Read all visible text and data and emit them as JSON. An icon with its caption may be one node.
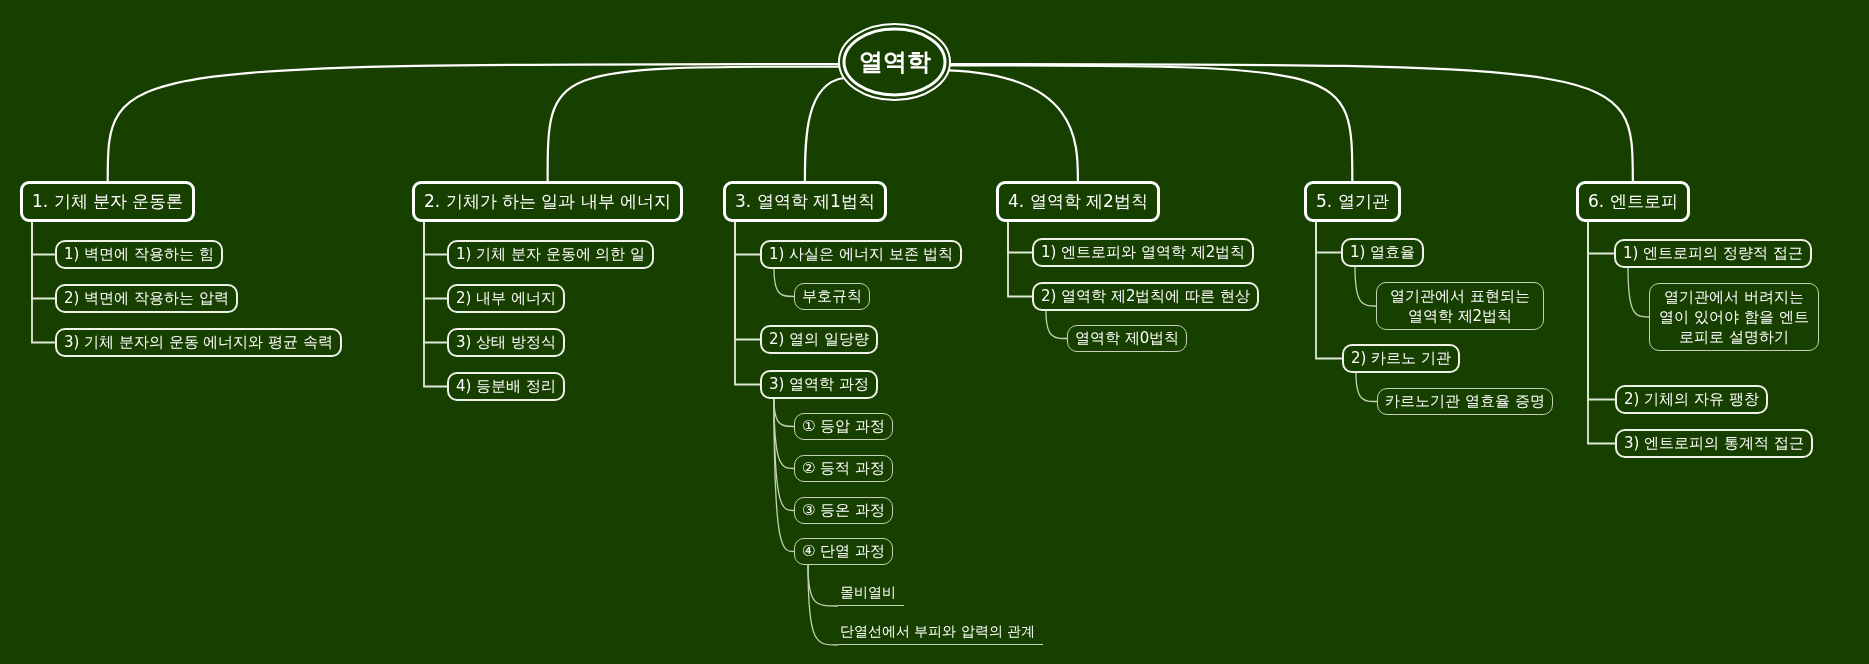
{
  "diagram": {
    "nodes": [
      {
        "text": [
          "열역학"
        ]
      },
      {
        "text": [
          "1. 기체 분자 운동론"
        ]
      },
      {
        "text": [
          "1) 벽면에 작용하는 힘"
        ]
      },
      {
        "text": [
          "2) 벽면에 작용하는 압력"
        ]
      },
      {
        "text": [
          "3) 기체 분자의 운동 에너지와 평균 속력"
        ]
      },
      {
        "text": [
          "2. 기체가 하는 일과 내부 에너지"
        ]
      },
      {
        "text": [
          "1) 기체 분자 운동에 의한 일"
        ]
      },
      {
        "text": [
          "2) 내부 에너지"
        ]
      },
      {
        "text": [
          "3) 상태 방정식"
        ]
      },
      {
        "text": [
          "4) 등분배 정리"
        ]
      },
      {
        "text": [
          "3. 열역학 제1법칙"
        ]
      },
      {
        "text": [
          "1) 사실은 에너지 보존 법칙"
        ]
      },
      {
        "text": [
          "부호규칙"
        ]
      },
      {
        "text": [
          "2) 열의 일당량"
        ]
      },
      {
        "text": [
          "3) 열역학 과정"
        ]
      },
      {
        "text": [
          "① 등압 과정"
        ]
      },
      {
        "text": [
          "② 등적 과정"
        ]
      },
      {
        "text": [
          "③ 등온 과정"
        ]
      },
      {
        "text": [
          "④ 단열 과정"
        ]
      },
      {
        "text": [
          "몰비열비"
        ]
      },
      {
        "text": [
          "단열선에서 부피와 압력의 관계"
        ]
      },
      {
        "text": [
          "4. 열역학 제2법칙"
        ]
      },
      {
        "text": [
          "1) 엔트로피와 열역학 제2법칙"
        ]
      },
      {
        "text": [
          "2) 열역학 제2법칙에 따른 현상"
        ]
      },
      {
        "text": [
          "열역학 제0법칙"
        ]
      },
      {
        "text": [
          "5. 열기관"
        ]
      },
      {
        "text": [
          "1) 열효율"
        ]
      },
      {
        "text": [
          "열기관에서 표현되는 열역학 제2법칙"
        ]
      },
      {
        "text": [
          "2) 카르노 기관"
        ]
      },
      {
        "text": [
          "카르노기관 열효율 증명"
        ]
      },
      {
        "text": [
          "6. 엔트로피"
        ]
      },
      {
        "text": [
          "1) 엔트로피의 정량적 접근"
        ]
      },
      {
        "text": [
          "열기관에서 버려지는 열이 있어야 함을 엔트로피로 설명하기"
        ]
      },
      {
        "text": [
          "2) 기체의 자유 팽창"
        ]
      },
      {
        "text": [
          "3) 엔트로피의 통계적 접근"
        ]
      }
    ],
    "edges": [
      {
        "from": 0,
        "to": 1,
        "arrow": "none"
      },
      {
        "from": 0,
        "to": 5,
        "arrow": "none"
      },
      {
        "from": 0,
        "to": 10,
        "arrow": "none"
      },
      {
        "from": 0,
        "to": 21,
        "arrow": "none"
      },
      {
        "from": 0,
        "to": 25,
        "arrow": "none"
      },
      {
        "from": 0,
        "to": 30,
        "arrow": "none"
      },
      {
        "from": 1,
        "to": 2,
        "arrow": "none"
      },
      {
        "from": 1,
        "to": 3,
        "arrow": "none"
      },
      {
        "from": 1,
        "to": 4,
        "arrow": "none"
      },
      {
        "from": 5,
        "to": 6,
        "arrow": "none"
      },
      {
        "from": 5,
        "to": 7,
        "arrow": "none"
      },
      {
        "from": 5,
        "to": 8,
        "arrow": "none"
      },
      {
        "from": 5,
        "to": 9,
        "arrow": "none"
      },
      {
        "from": 10,
        "to": 11,
        "arrow": "none"
      },
      {
        "from": 11,
        "to": 12,
        "arrow": "none"
      },
      {
        "from": 10,
        "to": 13,
        "arrow": "none"
      },
      {
        "from": 10,
        "to": 14,
        "arrow": "none"
      },
      {
        "from": 14,
        "to": 15,
        "arrow": "none"
      },
      {
        "from": 14,
        "to": 16,
        "arrow": "none"
      },
      {
        "from": 14,
        "to": 17,
        "arrow": "none"
      },
      {
        "from": 14,
        "to": 18,
        "arrow": "none"
      },
      {
        "from": 18,
        "to": 19,
        "arrow": "none"
      },
      {
        "from": 18,
        "to": 20,
        "arrow": "none"
      },
      {
        "from": 21,
        "to": 22,
        "arrow": "none"
      },
      {
        "from": 21,
        "to": 23,
        "arrow": "none"
      },
      {
        "from": 23,
        "to": 24,
        "arrow": "none"
      },
      {
        "from": 25,
        "to": 26,
        "arrow": "none"
      },
      {
        "from": 26,
        "to": 27,
        "arrow": "none"
      },
      {
        "from": 25,
        "to": 28,
        "arrow": "none"
      },
      {
        "from": 28,
        "to": 29,
        "arrow": "none"
      },
      {
        "from": 30,
        "to": 31,
        "arrow": "none"
      },
      {
        "from": 31,
        "to": 32,
        "arrow": "none"
      },
      {
        "from": 30,
        "to": 33,
        "arrow": "none"
      },
      {
        "from": 30,
        "to": 34,
        "arrow": "none"
      }
    ]
  }
}
